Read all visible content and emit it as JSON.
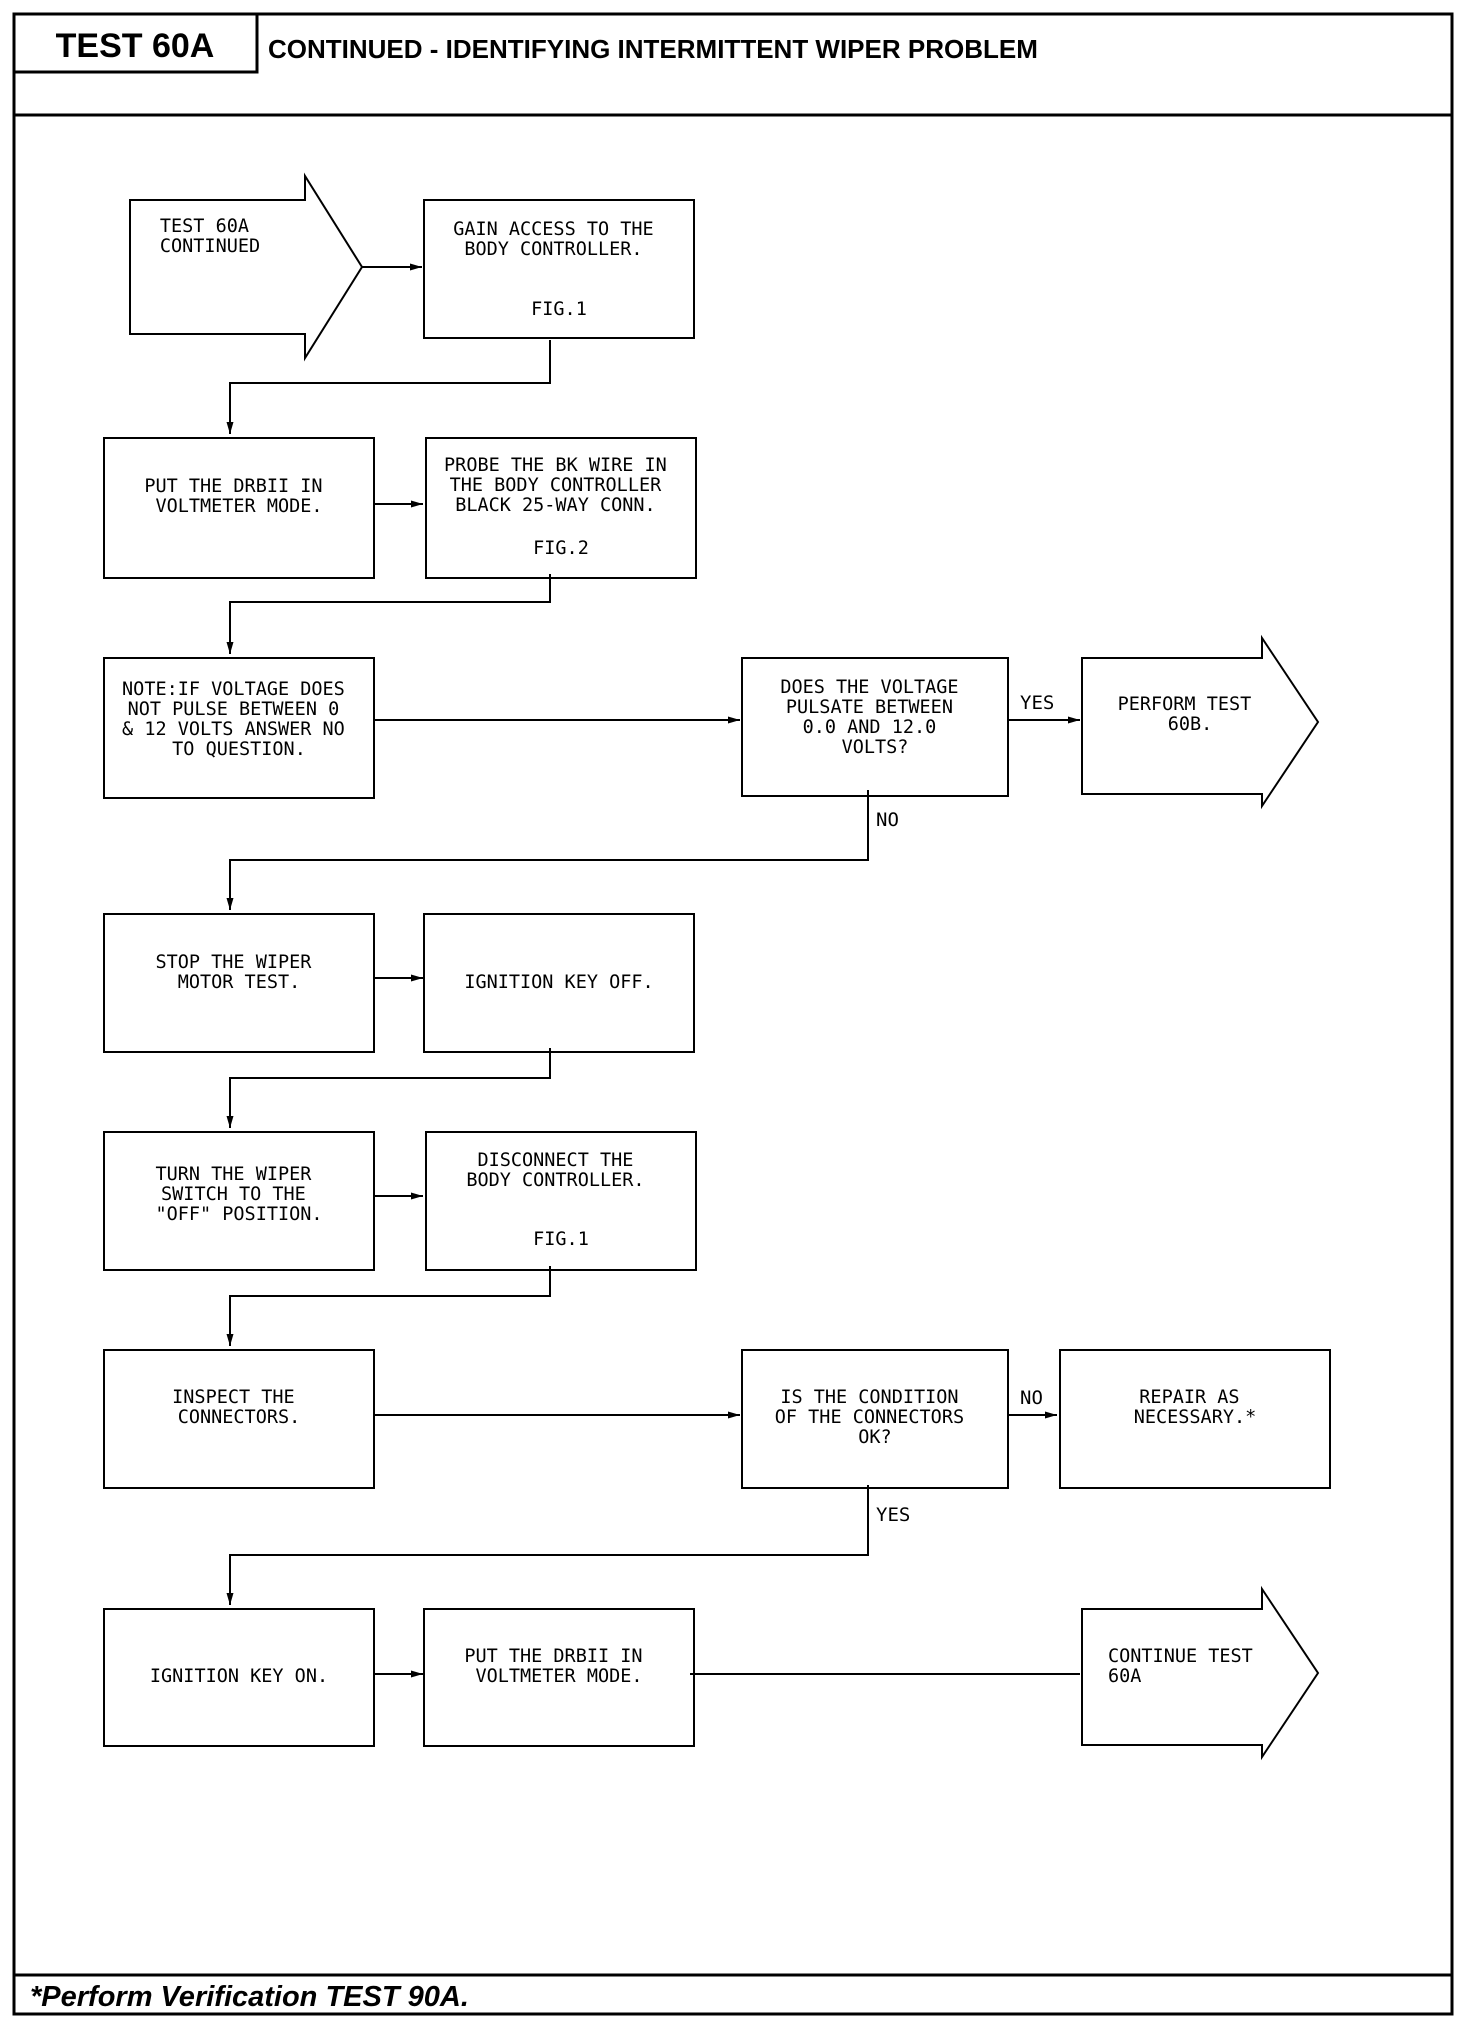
{
  "header": {
    "test_id": "TEST 60A",
    "title": "CONTINUED - IDENTIFYING INTERMITTENT WIPER PROBLEM"
  },
  "footer": {
    "note": "*Perform Verification TEST 90A."
  },
  "flowchart": {
    "nodes": {
      "start": {
        "shape": "arrow",
        "lines": [
          "TEST 60A",
          "CONTINUED"
        ]
      },
      "gain_access": {
        "shape": "box",
        "lines": [
          "GAIN ACCESS TO THE",
          "BODY CONTROLLER."
        ],
        "fig": "FIG.1"
      },
      "put_drbii_1": {
        "shape": "box",
        "lines": [
          "PUT THE DRBII IN",
          "VOLTMETER MODE."
        ]
      },
      "probe_bk": {
        "shape": "box",
        "lines": [
          "PROBE THE BK WIRE IN",
          "THE BODY CONTROLLER",
          "BLACK 25-WAY CONN."
        ],
        "fig": "FIG.2"
      },
      "note": {
        "shape": "box",
        "lines": [
          "NOTE:IF VOLTAGE DOES",
          "NOT PULSE BETWEEN 0",
          "& 12 VOLTS ANSWER NO",
          "TO QUESTION."
        ]
      },
      "q_voltage": {
        "shape": "box",
        "lines": [
          "DOES THE VOLTAGE",
          "PULSATE BETWEEN",
          "0.0 AND 12.0",
          "VOLTS?"
        ]
      },
      "perform_60b": {
        "shape": "arrow",
        "lines": [
          "PERFORM TEST",
          "60B."
        ]
      },
      "stop_motor": {
        "shape": "box",
        "lines": [
          "STOP THE WIPER",
          "MOTOR TEST."
        ]
      },
      "ign_off": {
        "shape": "box",
        "lines": [
          "IGNITION KEY OFF."
        ]
      },
      "turn_switch": {
        "shape": "box",
        "lines": [
          "TURN THE WIPER",
          "SWITCH TO THE",
          "\"OFF\" POSITION."
        ]
      },
      "disconnect": {
        "shape": "box",
        "lines": [
          "DISCONNECT THE",
          "BODY CONTROLLER."
        ],
        "fig": "FIG.1"
      },
      "inspect": {
        "shape": "box",
        "lines": [
          "INSPECT THE",
          "CONNECTORS."
        ]
      },
      "q_connectors": {
        "shape": "box",
        "lines": [
          "IS THE CONDITION",
          "OF THE CONNECTORS",
          "OK?"
        ]
      },
      "repair": {
        "shape": "box",
        "lines": [
          "REPAIR AS",
          "NECESSARY.*"
        ]
      },
      "ign_on": {
        "shape": "box",
        "lines": [
          "IGNITION KEY ON."
        ]
      },
      "put_drbii_2": {
        "shape": "box",
        "lines": [
          "PUT THE DRBII IN",
          "VOLTMETER MODE."
        ]
      },
      "continue_60a": {
        "shape": "arrow",
        "lines": [
          "CONTINUE TEST",
          "60A"
        ]
      }
    },
    "edges": [
      {
        "from": "start",
        "to": "gain_access",
        "label": ""
      },
      {
        "from": "gain_access",
        "to": "put_drbii_1",
        "label": ""
      },
      {
        "from": "put_drbii_1",
        "to": "probe_bk",
        "label": ""
      },
      {
        "from": "probe_bk",
        "to": "note",
        "label": ""
      },
      {
        "from": "note",
        "to": "q_voltage",
        "label": ""
      },
      {
        "from": "q_voltage",
        "to": "perform_60b",
        "label": "YES"
      },
      {
        "from": "q_voltage",
        "to": "stop_motor",
        "label": "NO"
      },
      {
        "from": "stop_motor",
        "to": "ign_off",
        "label": ""
      },
      {
        "from": "ign_off",
        "to": "turn_switch",
        "label": ""
      },
      {
        "from": "turn_switch",
        "to": "disconnect",
        "label": ""
      },
      {
        "from": "disconnect",
        "to": "inspect",
        "label": ""
      },
      {
        "from": "inspect",
        "to": "q_connectors",
        "label": ""
      },
      {
        "from": "q_connectors",
        "to": "repair",
        "label": "NO"
      },
      {
        "from": "q_connectors",
        "to": "ign_on",
        "label": "YES"
      },
      {
        "from": "ign_on",
        "to": "put_drbii_2",
        "label": ""
      },
      {
        "from": "put_drbii_2",
        "to": "continue_60a",
        "label": ""
      }
    ]
  }
}
